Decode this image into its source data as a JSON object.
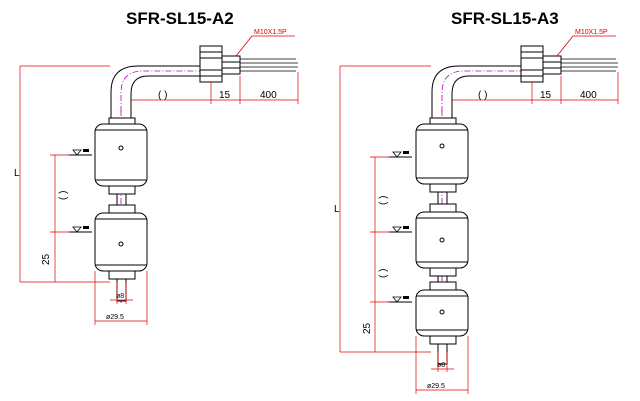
{
  "left": {
    "title": "SFR-SL15-A2",
    "thread": "M10X1.5P",
    "dim_arc": "(   )",
    "dim_15": "15",
    "dim_400": "400",
    "dim_L": "L",
    "dim_spacing": "(   )",
    "dim_25": "25",
    "dim_stem": "ø8",
    "dim_float": "ø29.5"
  },
  "right": {
    "title": "SFR-SL15-A3",
    "thread": "M10X1.5P",
    "dim_arc": "(   )",
    "dim_15": "15",
    "dim_400": "400",
    "dim_L": "L",
    "dim_spacing1": "(   )",
    "dim_spacing2": "(   )",
    "dim_25": "25",
    "dim_stem": "ø8",
    "dim_float": "ø29.5"
  },
  "colors": {
    "outline": "#000000",
    "dimension": "#e00000",
    "centerline": "#c000c0"
  },
  "icons": {
    "level_marker": "water-level-icon"
  }
}
